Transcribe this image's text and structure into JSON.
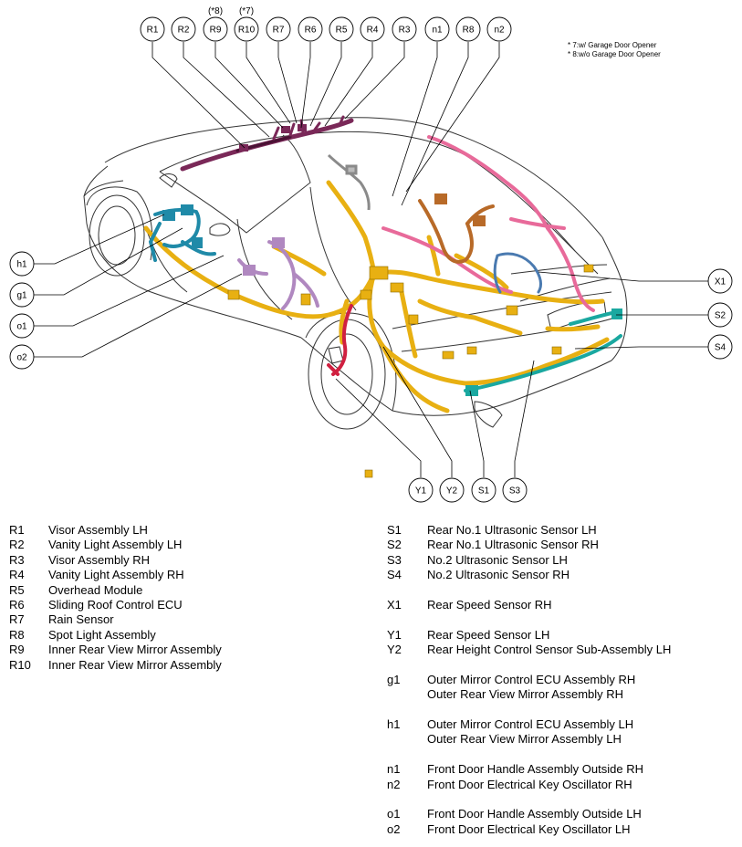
{
  "callouts": {
    "top": [
      "R1",
      "R2",
      "R9",
      "R10",
      "R7",
      "R6",
      "R5",
      "R4",
      "R3",
      "n1",
      "R8",
      "n2"
    ],
    "top_marks": {
      "R9": "(*8)",
      "R10": "(*7)"
    },
    "left": [
      "h1",
      "g1",
      "o1",
      "o2"
    ],
    "right": [
      "X1",
      "S2",
      "S4"
    ],
    "bottom": [
      "Y1",
      "Y2",
      "S1",
      "S3"
    ]
  },
  "footnotes": [
    "* 7:w/ Garage Door Opener",
    "* 8:w/o Garage Door Opener"
  ],
  "legend_left": [
    {
      "code": "R1",
      "name": "Visor Assembly LH"
    },
    {
      "code": "R2",
      "name": "Vanity Light Assembly LH"
    },
    {
      "code": "R3",
      "name": "Visor Assembly RH"
    },
    {
      "code": "R4",
      "name": "Vanity Light Assembly RH"
    },
    {
      "code": "R5",
      "name": "Overhead Module"
    },
    {
      "code": "R6",
      "name": "Sliding Roof Control ECU"
    },
    {
      "code": "R7",
      "name": "Rain Sensor"
    },
    {
      "code": "R8",
      "name": "Spot Light Assembly"
    },
    {
      "code": "R9",
      "name": "Inner Rear View Mirror Assembly"
    },
    {
      "code": "R10",
      "name": "Inner Rear View Mirror Assembly"
    }
  ],
  "legend_right": [
    {
      "code": "S1",
      "name": "Rear No.1 Ultrasonic Sensor LH"
    },
    {
      "code": "S2",
      "name": "Rear No.1 Ultrasonic Sensor RH"
    },
    {
      "code": "S3",
      "name": "No.2 Ultrasonic Sensor LH"
    },
    {
      "code": "S4",
      "name": "No.2 Ultrasonic Sensor RH"
    },
    {
      "code": "",
      "name": ""
    },
    {
      "code": "X1",
      "name": "Rear Speed Sensor RH"
    },
    {
      "code": "",
      "name": ""
    },
    {
      "code": "Y1",
      "name": "Rear Speed Sensor LH"
    },
    {
      "code": "Y2",
      "name": "Rear Height Control Sensor Sub-Assembly LH"
    },
    {
      "code": "",
      "name": ""
    },
    {
      "code": "g1",
      "name": "Outer Mirror Control ECU Assembly RH"
    },
    {
      "code": "",
      "name": "Outer Rear View Mirror Assembly RH"
    },
    {
      "code": "",
      "name": ""
    },
    {
      "code": "h1",
      "name": "Outer Mirror Control ECU Assembly LH"
    },
    {
      "code": "",
      "name": "Outer Rear View Mirror Assembly LH"
    },
    {
      "code": "",
      "name": ""
    },
    {
      "code": "n1",
      "name": "Front Door Handle Assembly Outside RH"
    },
    {
      "code": "n2",
      "name": "Front Door Electrical Key Oscillator RH"
    },
    {
      "code": "",
      "name": ""
    },
    {
      "code": "o1",
      "name": "Front Door Handle Assembly Outside LH"
    },
    {
      "code": "o2",
      "name": "Front Door Electrical Key Oscillator LH"
    }
  ],
  "colors": {
    "roof": "#7a2858",
    "roof_dark": "#4a1234",
    "body_main": "#e8b012",
    "front_door_l": "#1f8aa8",
    "front_door_r": "#b088c0",
    "rear": "#e86a9a",
    "rear_brown": "#b86a28",
    "rear_blue": "#4a7ab0",
    "bumper": "#1aa8a0",
    "red": "#d02040",
    "outline": "#333333"
  }
}
